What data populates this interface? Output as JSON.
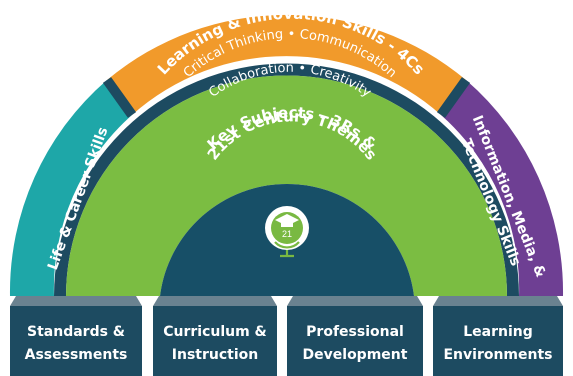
{
  "colors": {
    "outer_band_teal": "#1ea7a8",
    "outer_band_orange": "#f19a2b",
    "outer_band_purple": "#6e3f93",
    "middle_band_green": "#7bbd42",
    "inner_core_navy": "#174f67",
    "divider_navy": "#1d4b61",
    "pillar_navy": "#1d4b61",
    "pillar_cap": "#6a8290",
    "logo_green": "#79b942",
    "logo_white": "#ffffff"
  },
  "rainbow": {
    "top_title": "Learning & Innovation Skills - 4Cs",
    "top_line2": "Critical Thinking • Communication",
    "top_line3": "Collaboration • Creativity",
    "left_label": "Life & Career Skills",
    "right_label_line1": "Information, Media, &",
    "right_label_line2": "Technology Skills",
    "middle_line1": "Key Subjects - 3Rs &",
    "middle_line2": "21st Century Themes",
    "logo_icon": "globe-graduation-cap-icon",
    "logo_text": "21"
  },
  "pillars": [
    {
      "line1": "Standards &",
      "line2": "Assessments"
    },
    {
      "line1": "Curriculum &",
      "line2": "Instruction"
    },
    {
      "line1": "Professional",
      "line2": "Development"
    },
    {
      "line1": "Learning",
      "line2": "Environments"
    }
  ]
}
